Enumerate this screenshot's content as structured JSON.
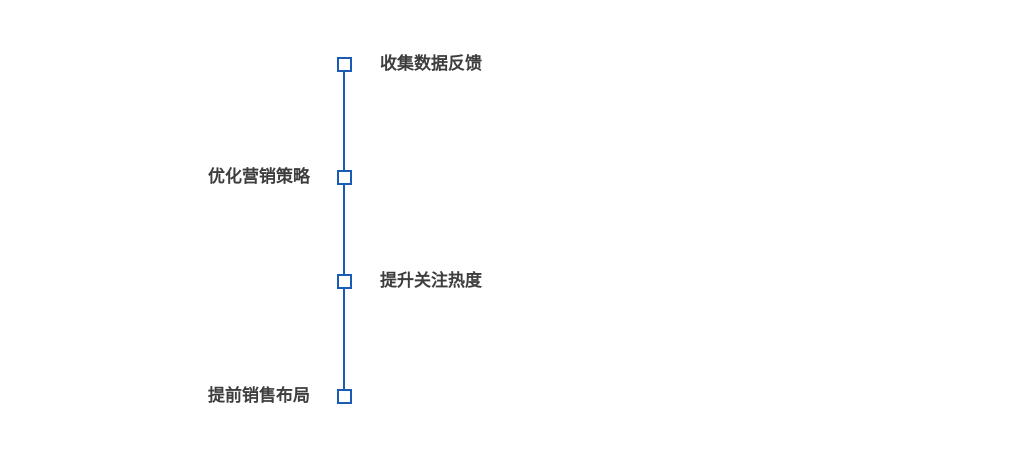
{
  "diagram": {
    "type": "vertical-timeline",
    "line_color": "#1a5cb4",
    "marker_fill": "#ffffff",
    "marker_border": "#1a5cb4",
    "label_color": "#3d3d3d",
    "nodes": [
      {
        "label": "收集数据反馈",
        "side": "right"
      },
      {
        "label": "优化营销策略",
        "side": "left"
      },
      {
        "label": "提升关注热度",
        "side": "right"
      },
      {
        "label": "提前销售布局",
        "side": "left"
      }
    ]
  }
}
